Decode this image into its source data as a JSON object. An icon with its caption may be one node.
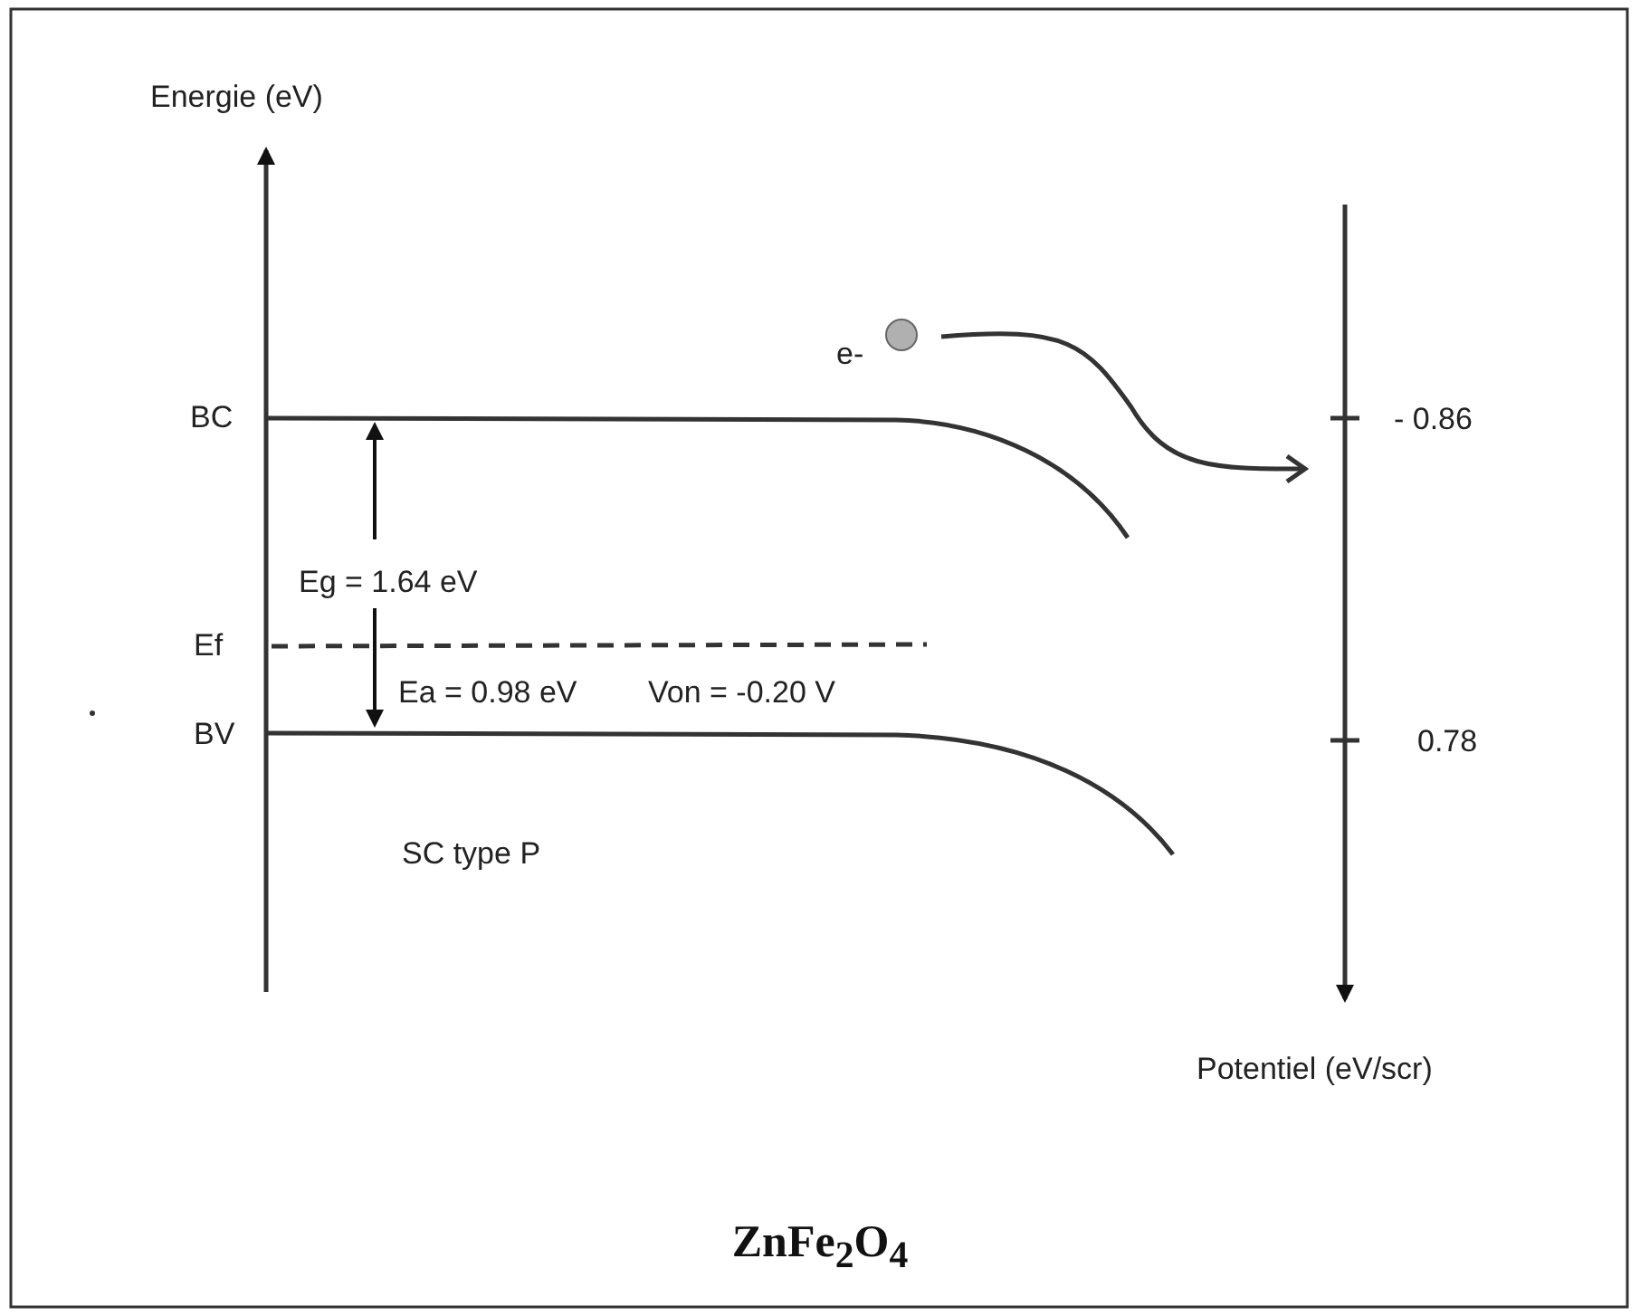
{
  "diagram": {
    "caption": "ZnFe$_{2}$O$_{4}$",
    "nodes": [
      {
        "text": [],
        "shape": "circle",
        "beside": [
          "e-"
        ]
      },
      {
        "text": [],
        "shape": "bar"
      }
    ],
    "edges": [
      {
        "from": 0,
        "to": 1,
        "arrow": "to"
      }
    ],
    "labels": [
      "Energie (eV)",
      "BC",
      "Eg = 1.64 eV",
      "Ef",
      "Ea = 0.98 eV",
      "Von = -0.20 V",
      "BV",
      "SC type P",
      "- 0.86",
      "0.78",
      "Potentiel (eV/scr)"
    ]
  }
}
